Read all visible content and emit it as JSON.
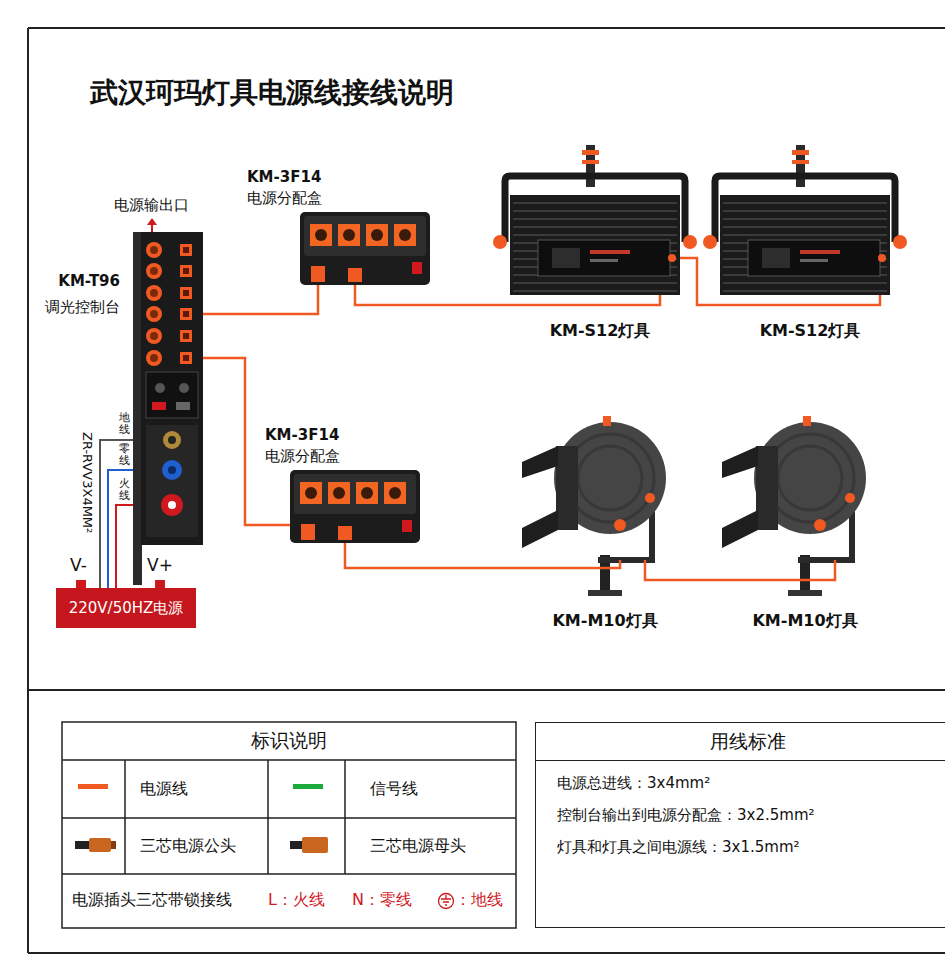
{
  "diagram": {
    "title": "武汉珂玛灯具电源线接线说明",
    "nodes": [
      {
        "text": [
          "KM-T96",
          "调光控制台"
        ]
      },
      {
        "text": [
          "KM-3F14",
          "电源分配盒"
        ]
      },
      {
        "text": [
          "KM-S12灯具"
        ]
      },
      {
        "text": [
          "KM-S12灯具"
        ]
      },
      {
        "text": [
          "KM-3F14",
          "电源分配盒"
        ]
      },
      {
        "text": [
          "KM-M10灯具"
        ]
      },
      {
        "text": [
          "KM-M10灯具"
        ]
      },
      {
        "text": [
          "220V/50HZ电源"
        ]
      },
      {
        "text": [
          "用线标准",
          "电源总进线：3x4mm²",
          "控制台输出到电源分配盒：3x2.5mm²",
          "灯具和灯具之间电源线：3x1.5mm²"
        ]
      }
    ],
    "edges": [
      {
        "from": 7,
        "to": 0,
        "arrow": "none",
        "label": "地线"
      },
      {
        "from": 7,
        "to": 0,
        "arrow": "none",
        "label": "零线"
      },
      {
        "from": 7,
        "to": 0,
        "arrow": "none",
        "label": "火线"
      },
      {
        "from": 0,
        "to": 1,
        "arrow": "none"
      },
      {
        "from": 1,
        "to": 2,
        "arrow": "none"
      },
      {
        "from": 2,
        "to": 3,
        "arrow": "none"
      },
      {
        "from": 0,
        "to": 4,
        "arrow": "none"
      },
      {
        "from": 4,
        "to": 5,
        "arrow": "none"
      },
      {
        "from": 5,
        "to": 6,
        "arrow": "none"
      }
    ],
    "labels": [
      "电源输出口",
      "ZR-RVV3X4MM²",
      "V-",
      "V+",
      "标识说明",
      "电源插头三芯带锁接线",
      "L：火线",
      "N：零线",
      "：地线"
    ],
    "legend": [
      {
        "text": "电源线",
        "color": "#f05a22"
      },
      {
        "text": "信号线",
        "color": "#1aab3c"
      },
      {
        "text": "三芯电源公头"
      },
      {
        "text": "三芯电源母头"
      }
    ]
  }
}
